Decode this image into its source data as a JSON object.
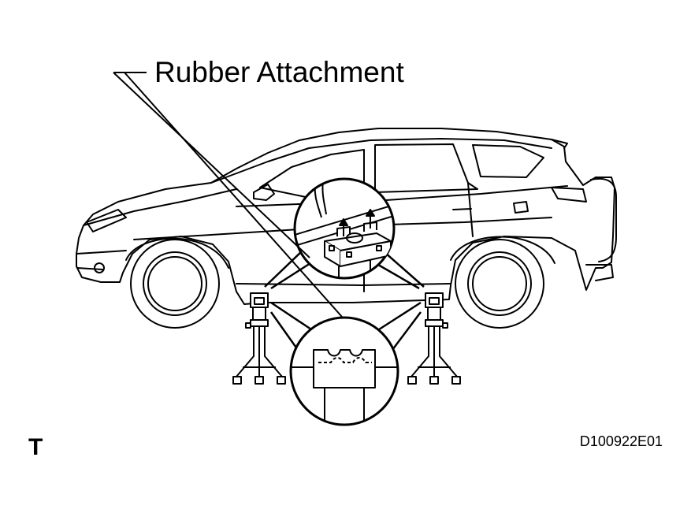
{
  "figure": {
    "callout_label": "Rubber Attachment",
    "corner_mark": "T",
    "figure_code": "D100922E01"
  },
  "icons": {
    "vehicle": "suv-side-view-icon",
    "jack_stand": "jack-stand-icon",
    "detail_upper": "rubber-attachment-detail-icon",
    "detail_lower": "jack-stand-saddle-detail-icon"
  },
  "colors": {
    "line": "#000000",
    "background": "#ffffff"
  }
}
